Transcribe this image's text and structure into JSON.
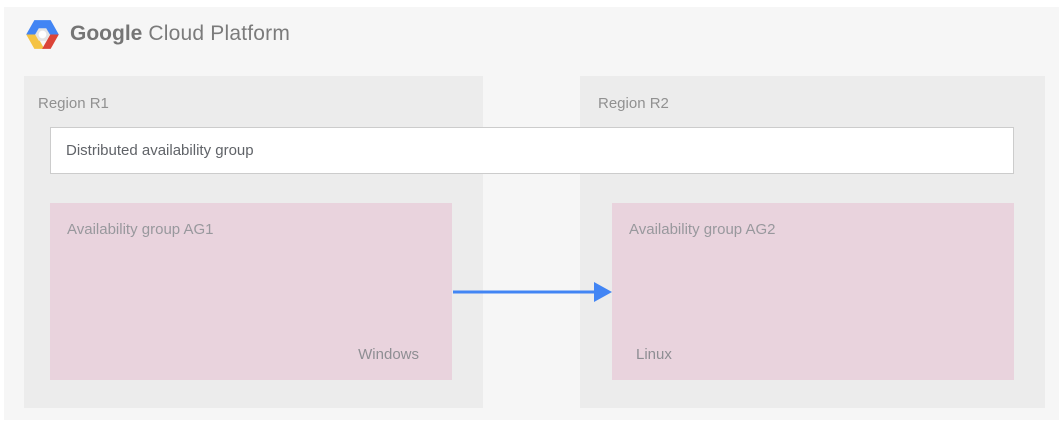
{
  "header": {
    "brand_primary": "Google",
    "brand_secondary": "Cloud Platform"
  },
  "distributed_group": {
    "label": "Distributed availability group"
  },
  "regions": [
    {
      "label": "Region R1",
      "availability_group": {
        "title": "Availability group AG1",
        "os_label": "Windows"
      }
    },
    {
      "label": "Region R2",
      "availability_group": {
        "title": "Availability group AG2",
        "os_label": "Linux"
      }
    }
  ],
  "arrow": {
    "from": "Availability group AG1",
    "to": "Availability group AG2",
    "direction": "left-to-right",
    "color": "#4285f4"
  },
  "colors": {
    "page_background": "#f6f6f6",
    "region_panel": "#ececec",
    "availability_group_fill": "#e9d3dd",
    "distributed_group_background": "#ffffff",
    "distributed_group_border": "#cccccc",
    "arrow_blue": "#4285f4",
    "brand_text": "#757575",
    "label_gray": "#919191",
    "logo_blue": "#4285f4",
    "logo_red": "#db4437",
    "logo_yellow": "#f5c343"
  }
}
